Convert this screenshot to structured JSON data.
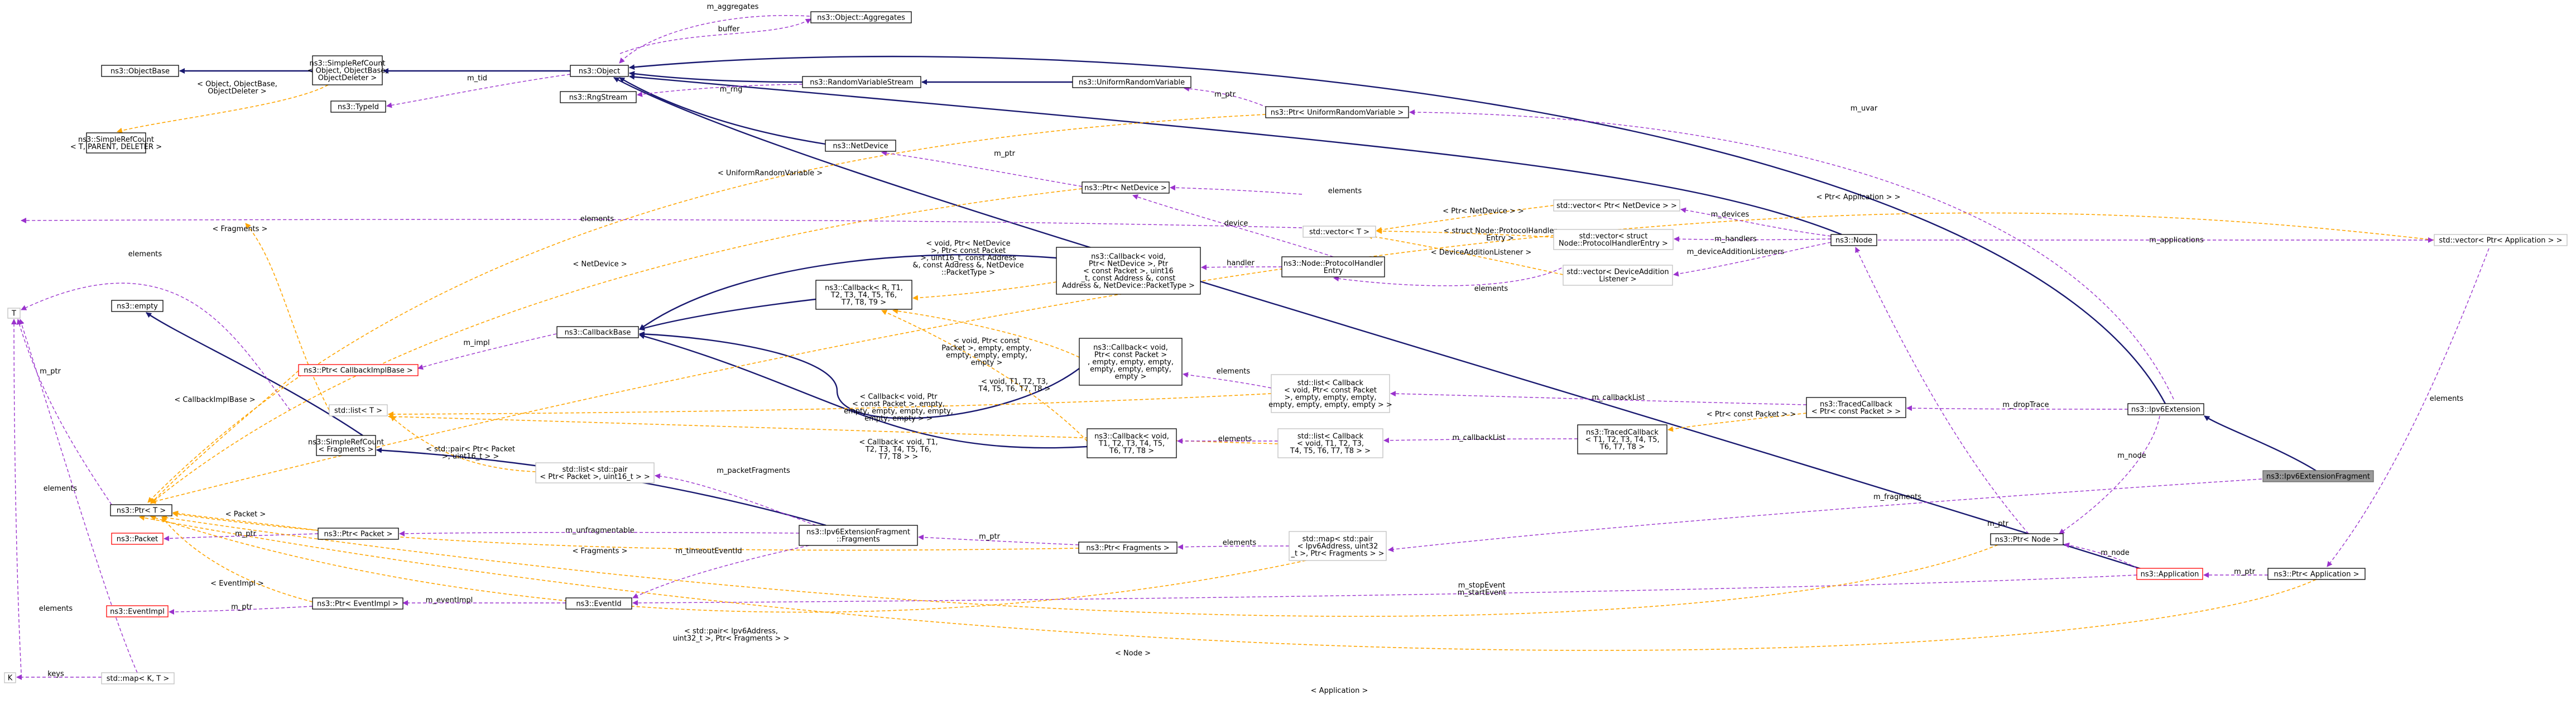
{
  "colors": {
    "inheritance": "#191970",
    "usage": "#9a32cd",
    "template": "#ffa500",
    "focus_fill": "#999999",
    "undocumented_border": "#bfbfbf",
    "missing_border": "#ff0000"
  },
  "nodes": [
    {
      "id": "t",
      "text": [
        "T"
      ]
    },
    {
      "id": "k",
      "text": [
        "K"
      ]
    },
    {
      "id": "objectbase",
      "text": [
        "ns3::ObjectBase"
      ]
    },
    {
      "id": "simplerefcount_obj",
      "text": [
        "ns3::SimpleRefCount",
        "< Object, ObjectBase,",
        "ObjectDeleter >"
      ]
    },
    {
      "id": "simplerefcount_t",
      "text": [
        "ns3::SimpleRefCount",
        "< T, PARENT, DELETER >"
      ]
    },
    {
      "id": "typeid",
      "text": [
        "ns3::TypeId"
      ]
    },
    {
      "id": "object",
      "text": [
        "ns3::Object"
      ]
    },
    {
      "id": "aggregates",
      "text": [
        "ns3::Object::Aggregates"
      ]
    },
    {
      "id": "rngstream",
      "text": [
        "ns3::RngStream"
      ]
    },
    {
      "id": "randomvariable",
      "text": [
        "ns3::RandomVariableStream"
      ]
    },
    {
      "id": "uniformrv",
      "text": [
        "ns3::UniformRandomVariable"
      ]
    },
    {
      "id": "ptr_uniformrv",
      "text": [
        "ns3::Ptr< UniformRandomVariable >"
      ]
    },
    {
      "id": "netdevice",
      "text": [
        "ns3::NetDevice"
      ]
    },
    {
      "id": "ptr_netdevice",
      "text": [
        "ns3::Ptr< NetDevice >"
      ]
    },
    {
      "id": "vector_t",
      "text": [
        "std::vector< T >"
      ]
    },
    {
      "id": "vector_ptr_netdevice",
      "text": [
        "std::vector< Ptr< NetDevice > >"
      ]
    },
    {
      "id": "vector_protocolhandler",
      "text": [
        "std::vector< struct",
        "Node::ProtocolHandlerEntry >"
      ]
    },
    {
      "id": "vector_deviceadditionlistener",
      "text": [
        "std::vector< DeviceAddition",
        "Listener >"
      ]
    },
    {
      "id": "node",
      "text": [
        "ns3::Node"
      ]
    },
    {
      "id": "vector_ptr_application",
      "text": [
        "std::vector< Ptr< Application > >"
      ]
    },
    {
      "id": "empty",
      "text": [
        "ns3::empty"
      ]
    },
    {
      "id": "callbackbase",
      "text": [
        "ns3::CallbackBase"
      ]
    },
    {
      "id": "ptr_callbackimplbase",
      "text": [
        "ns3::Ptr< CallbackImplBase >"
      ]
    },
    {
      "id": "callback_generic",
      "text": [
        "ns3::Callback< R, T1,",
        "T2, T3, T4, T5, T6,",
        "T7, T8, T9 >"
      ]
    },
    {
      "id": "callback_netdevice",
      "text": [
        "ns3::Callback< void,",
        "Ptr< NetDevice >, Ptr",
        "< const Packet >, uint16",
        "_t, const Address &, const",
        "Address &, NetDevice::PacketType >"
      ]
    },
    {
      "id": "protocolhandlerentry",
      "text": [
        "ns3::Node::ProtocolHandler",
        "Entry"
      ]
    },
    {
      "id": "callback_packet",
      "text": [
        "ns3::Callback< void,",
        "Ptr< const Packet >",
        ", empty, empty, empty,",
        "empty, empty, empty,",
        "empty >"
      ]
    },
    {
      "id": "list_t",
      "text": [
        "std::list< T >"
      ]
    },
    {
      "id": "list_callback_packet",
      "text": [
        "std::list< Callback",
        "< void, Ptr< const Packet",
        ">, empty, empty, empty,",
        "empty, empty, empty, empty > >"
      ]
    },
    {
      "id": "tracedcallback_packet",
      "text": [
        "ns3::TracedCallback",
        "< Ptr< const Packet > >"
      ]
    },
    {
      "id": "ipv6extension",
      "text": [
        "ns3::Ipv6Extension"
      ]
    },
    {
      "id": "ipv6extensionfragment",
      "text": [
        "ns3::Ipv6ExtensionFragment"
      ]
    },
    {
      "id": "simplerefcount_fragments",
      "text": [
        "ns3::SimpleRefCount",
        "< Fragments >"
      ]
    },
    {
      "id": "callback_t1_t7",
      "text": [
        "ns3::Callback< void,",
        "T1, T2, T3, T4, T5,",
        "T6, T7, T8 >"
      ]
    },
    {
      "id": "list_callback_t1",
      "text": [
        "std::list< Callback",
        "< void, T1, T2, T3,",
        "T4, T5, T6, T7, T8 > >"
      ]
    },
    {
      "id": "tracedcallback_t1",
      "text": [
        "ns3::TracedCallback",
        "< T1, T2, T3, T4, T5,",
        "T6, T7, T8 >"
      ]
    },
    {
      "id": "list_pair_packet",
      "text": [
        "std::list< std::pair",
        "< Ptr< Packet >, uint16_t > >"
      ]
    },
    {
      "id": "ptr_t",
      "text": [
        "ns3::Ptr< T >"
      ]
    },
    {
      "id": "packet",
      "text": [
        "ns3::Packet"
      ]
    },
    {
      "id": "ptr_packet",
      "text": [
        "ns3::Ptr< Packet >"
      ]
    },
    {
      "id": "fragments",
      "text": [
        "ns3::Ipv6ExtensionFragment",
        "::Fragments"
      ]
    },
    {
      "id": "ptr_fragments",
      "text": [
        "ns3::Ptr< Fragments >"
      ]
    },
    {
      "id": "map_pair_fragments",
      "text": [
        "std::map< std::pair",
        "< Ipv6Address, uint32",
        "_t >, Ptr< Fragments > >"
      ]
    },
    {
      "id": "ptr_node",
      "text": [
        "ns3::Ptr< Node >"
      ]
    },
    {
      "id": "application",
      "text": [
        "ns3::Application"
      ]
    },
    {
      "id": "ptr_application",
      "text": [
        "ns3::Ptr< Application >"
      ]
    },
    {
      "id": "eventimpl",
      "text": [
        "ns3::EventImpl"
      ]
    },
    {
      "id": "ptr_eventimpl",
      "text": [
        "ns3::Ptr< EventImpl >"
      ]
    },
    {
      "id": "eventid",
      "text": [
        "ns3::EventId"
      ]
    },
    {
      "id": "map_k_t",
      "text": [
        "std::map< K, T >"
      ]
    }
  ],
  "edges": [
    {
      "id": "e1",
      "text": [
        "m_aggregates"
      ]
    },
    {
      "id": "e2",
      "text": [
        "buffer"
      ]
    },
    {
      "id": "e3",
      "text": [
        "m_tid"
      ]
    },
    {
      "id": "e4",
      "text": [
        "< Object, ObjectBase,",
        "ObjectDeleter >"
      ]
    },
    {
      "id": "e5",
      "text": [
        "m_rng"
      ]
    },
    {
      "id": "e6",
      "text": [
        "m_ptr"
      ]
    },
    {
      "id": "e7",
      "text": [
        "m_uvar"
      ]
    },
    {
      "id": "e8",
      "text": [
        "< UniformRandomVariable >"
      ]
    },
    {
      "id": "e9",
      "text": [
        "m_ptr"
      ]
    },
    {
      "id": "e10",
      "text": [
        "elements"
      ]
    },
    {
      "id": "e11",
      "text": [
        "< Ptr< Application > >"
      ]
    },
    {
      "id": "e12",
      "text": [
        "device"
      ]
    },
    {
      "id": "e13",
      "text": [
        "< Ptr< NetDevice > >"
      ]
    },
    {
      "id": "e14",
      "text": [
        "< struct Node::ProtocolHandler",
        "Entry >"
      ]
    },
    {
      "id": "e15",
      "text": [
        "< DeviceAdditionListener >"
      ]
    },
    {
      "id": "e16",
      "text": [
        "m_devices"
      ]
    },
    {
      "id": "e17",
      "text": [
        "m_handlers"
      ]
    },
    {
      "id": "e18",
      "text": [
        "m_deviceAdditionListeners"
      ]
    },
    {
      "id": "e19",
      "text": [
        "m_applications"
      ]
    },
    {
      "id": "e20",
      "text": [
        "elements"
      ]
    },
    {
      "id": "e21",
      "text": [
        "< Fragments >"
      ]
    },
    {
      "id": "e22",
      "text": [
        "elements"
      ]
    },
    {
      "id": "e23",
      "text": [
        "< NetDevice >"
      ]
    },
    {
      "id": "e24",
      "text": [
        "handler"
      ]
    },
    {
      "id": "e25",
      "text": [
        "< void, Ptr< NetDevice",
        ">, Ptr< const Packet",
        ">, uint16_t, const Address",
        "&, const Address &, NetDevice",
        "::PacketType >"
      ]
    },
    {
      "id": "e26",
      "text": [
        "elements"
      ]
    },
    {
      "id": "e27",
      "text": [
        "m_impl"
      ]
    },
    {
      "id": "e28",
      "text": [
        "< void, Ptr< const",
        "Packet >, empty, empty,",
        "empty, empty, empty,",
        "empty >"
      ]
    },
    {
      "id": "e29",
      "text": [
        "< void, T1, T2, T3,",
        "T4, T5, T6, T7, T8 >"
      ]
    },
    {
      "id": "e30",
      "text": [
        "elements"
      ]
    },
    {
      "id": "e31",
      "text": [
        "m_callbackList"
      ]
    },
    {
      "id": "e32",
      "text": [
        "< Callback< void, Ptr",
        "< const Packet >, empty,",
        "empty, empty, empty, empty,",
        "empty, empty > >"
      ]
    },
    {
      "id": "e33",
      "text": [
        "< Callback< void, T1,",
        "T2, T3, T4, T5, T6,",
        "T7, T8 > >"
      ]
    },
    {
      "id": "e34",
      "text": [
        "elements"
      ]
    },
    {
      "id": "e35",
      "text": [
        "m_callbackList"
      ]
    },
    {
      "id": "e36",
      "text": [
        "< Ptr< const Packet > >"
      ]
    },
    {
      "id": "e37",
      "text": [
        "m_dropTrace"
      ]
    },
    {
      "id": "e38",
      "text": [
        "m_node"
      ]
    },
    {
      "id": "e39",
      "text": [
        "elements"
      ]
    },
    {
      "id": "e40",
      "text": [
        "m_ptr"
      ]
    },
    {
      "id": "e41",
      "text": [
        "< CallbackImplBase >"
      ]
    },
    {
      "id": "e42",
      "text": [
        "< std::pair< Ptr< Packet",
        ">, uint16_t > >"
      ]
    },
    {
      "id": "e43",
      "text": [
        "m_packetFragments"
      ]
    },
    {
      "id": "e44",
      "text": [
        "m_fragments"
      ]
    },
    {
      "id": "e45",
      "text": [
        "elements"
      ]
    },
    {
      "id": "e46",
      "text": [
        "< Packet >"
      ]
    },
    {
      "id": "e47",
      "text": [
        "m_ptr"
      ]
    },
    {
      "id": "e48",
      "text": [
        "m_unfragmentable"
      ]
    },
    {
      "id": "e49",
      "text": [
        "< Fragments >"
      ]
    },
    {
      "id": "e50",
      "text": [
        "m_ptr"
      ]
    },
    {
      "id": "e51",
      "text": [
        "m_timeoutEventId"
      ]
    },
    {
      "id": "e52",
      "text": [
        "elements"
      ]
    },
    {
      "id": "e53",
      "text": [
        "m_ptr"
      ]
    },
    {
      "id": "e54",
      "text": [
        "m_node"
      ]
    },
    {
      "id": "e55",
      "text": [
        "m_ptr"
      ]
    },
    {
      "id": "e56",
      "text": [
        "< EventImpl >"
      ]
    },
    {
      "id": "e57",
      "text": [
        "m_ptr"
      ]
    },
    {
      "id": "e58",
      "text": [
        "m_eventImpl"
      ]
    },
    {
      "id": "e59",
      "text": [
        "m_stopEvent",
        "m_startEvent"
      ]
    },
    {
      "id": "e60",
      "text": [
        "< std::pair< Ipv6Address,",
        "uint32_t >, Ptr< Fragments > >"
      ]
    },
    {
      "id": "e61",
      "text": [
        "< Node >"
      ]
    },
    {
      "id": "e62",
      "text": [
        "keys"
      ]
    },
    {
      "id": "e63",
      "text": [
        "elements"
      ]
    },
    {
      "id": "e64",
      "text": [
        "< Application >"
      ]
    }
  ]
}
